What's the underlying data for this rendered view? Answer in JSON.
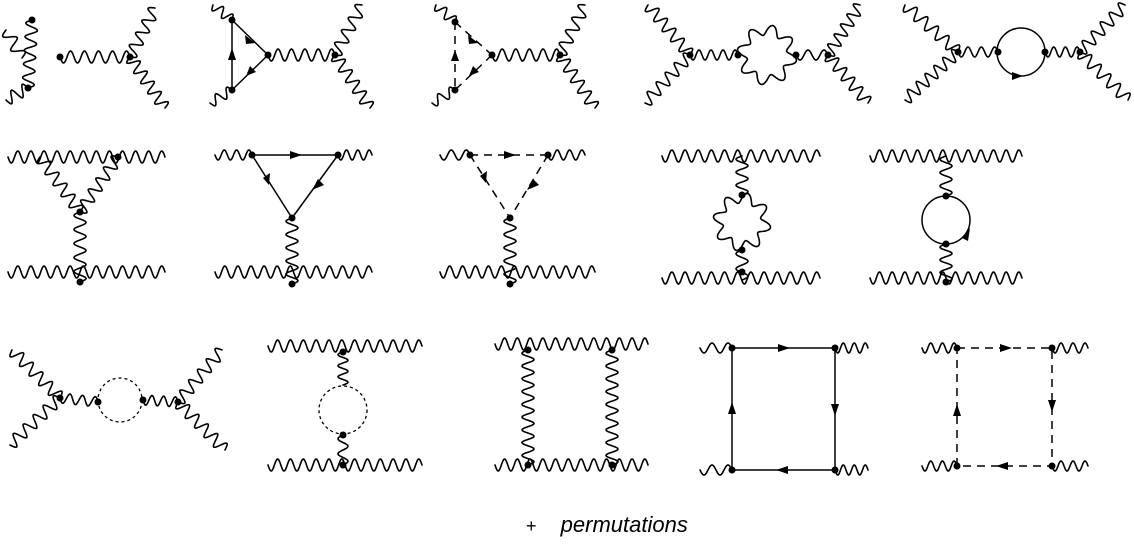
{
  "figure": {
    "footer_plus": "+",
    "footer_text": "permutations"
  },
  "diagrams": [
    {
      "id": "row1-self-coupling-vertex",
      "row": 1
    },
    {
      "id": "row1-fermion-triangle",
      "row": 1
    },
    {
      "id": "row1-ghost-triangle",
      "row": 1
    },
    {
      "id": "row1-gauge-loop-propagator",
      "row": 1
    },
    {
      "id": "row1-fermion-loop-propagator",
      "row": 1
    },
    {
      "id": "row2-gauge-triangle-exchange",
      "row": 2
    },
    {
      "id": "row2-fermion-triangle-exchange",
      "row": 2
    },
    {
      "id": "row2-ghost-triangle-exchange",
      "row": 2
    },
    {
      "id": "row2-gauge-loop-exchange",
      "row": 2
    },
    {
      "id": "row2-fermion-loop-exchange",
      "row": 2
    },
    {
      "id": "row3-ghost-loop-s-channel",
      "row": 3
    },
    {
      "id": "row3-ghost-loop-t-channel",
      "row": 3
    },
    {
      "id": "row3-gauge-box",
      "row": 3
    },
    {
      "id": "row3-fermion-box",
      "row": 3
    },
    {
      "id": "row3-ghost-box",
      "row": 3
    }
  ]
}
